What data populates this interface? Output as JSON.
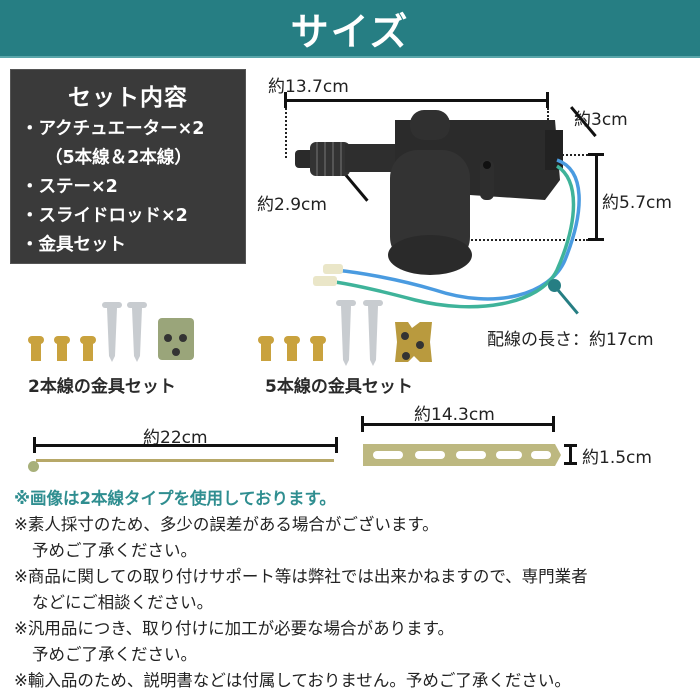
{
  "header": {
    "title": "サイズ",
    "bg_color": "#267e83"
  },
  "set_contents": {
    "title": "セット内容",
    "items": [
      "・アクチュエーター×2",
      "（5本線＆2本線）",
      "・ステー×2",
      "・スライドロッド×2",
      "・金具セット"
    ]
  },
  "actuator_dimensions": {
    "length": "約13.7cm",
    "depth": "約3cm",
    "width": "約2.9cm",
    "height": "約5.7cm",
    "wire_length": "配線の長さ：約17cm"
  },
  "fittings": {
    "two_wire_label": "2本線の金具セット",
    "five_wire_label": "5本線の金具セット"
  },
  "rod": {
    "length": "約22cm"
  },
  "stay": {
    "length": "約14.3cm",
    "width": "約1.5cm"
  },
  "notes": [
    {
      "text": "※画像は2本線タイプを使用しております。",
      "accent": true
    },
    {
      "text": "※素人採寸のため、多少の誤差がある場合がございます。"
    },
    {
      "text": "予めご了承ください。",
      "indent": true
    },
    {
      "text": "※商品に関しての取り付けサポート等は弊社では出来かねますので、専門業者"
    },
    {
      "text": "などにご相談ください。",
      "indent": true
    },
    {
      "text": "※汎用品につき、取り付けに加工が必要な場合があります。"
    },
    {
      "text": "予めご了承ください。",
      "indent": true
    },
    {
      "text": "※輸入品のため、説明書などは付属しておりません。予めご了承ください。"
    }
  ],
  "colors": {
    "accent": "#2f8e90",
    "box_bg": "#3a3a3a",
    "wire_blue": "#4a9be0",
    "wire_green": "#3fb39a"
  }
}
